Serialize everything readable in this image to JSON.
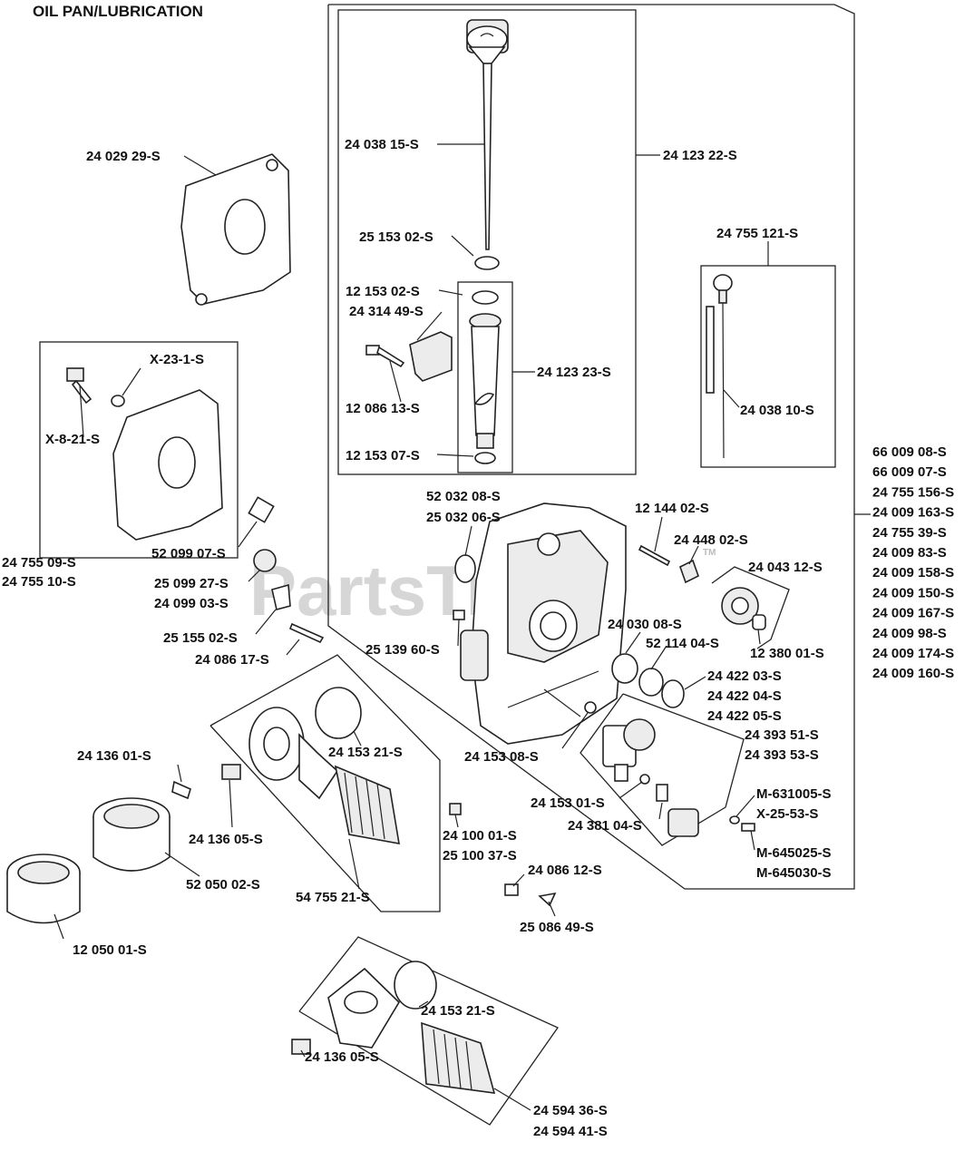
{
  "title": "OIL PAN/LUBRICATION",
  "watermark": "PartsTree",
  "watermark_tm": "TM",
  "labels": {
    "l_240292": "24 029 29-S",
    "l_x231": "X-23-1-S",
    "l_x821": "X-8-21-S",
    "l_2475509": "24 755 09-S",
    "l_2475510": "24 755 10-S",
    "l_5209907": "52 099 07-S",
    "l_2509927": "25 099 27-S",
    "l_2409903": "24 099 03-S",
    "l_2515502": "25 155 02-S",
    "l_2408617": "24 086 17-S",
    "l_2403815": "24 038 15-S",
    "l_2515302": "25 153 02-S",
    "l_1215302": "12 153 02-S",
    "l_2431449": "24 314 49-S",
    "l_1208613": "12 086 13-S",
    "l_1215307": "12 153 07-S",
    "l_2412322": "24 123 22-S",
    "l_2412323": "24 123 23-S",
    "l_24755121": "24 755 121-S",
    "l_2403810": "24 038 10-S",
    "l_5203208": "52 032 08-S",
    "l_2503206": "25 032 06-S",
    "l_1214402": "12 144 02-S",
    "l_2444802": "24 448 02-S",
    "l_2404312": "24 043 12-S",
    "l_2403008": "24 030 08-S",
    "l_5211404": "52 114 04-S",
    "l_1238001": "12 380 01-S",
    "l_2513960": "25 139 60-S",
    "l_2442203": "24 422 03-S",
    "l_2442204": "24 422 04-S",
    "l_2442205": "24 422 05-S",
    "l_2439351": "24 393 51-S",
    "l_2439353": "24 393 53-S",
    "l_2415308": "24 153 08-S",
    "l_2415301": "24 153 01-S",
    "l_2438104": "24 381 04-S",
    "l_m631005": "M-631005-S",
    "l_x2553": "X-25-53-S",
    "l_m645025": "M-645025-S",
    "l_m645030": "M-645030-S",
    "l_2413601": "24 136 01-S",
    "l_2415321a": "24 153 21-S",
    "l_2413605a": "24 136 05-S",
    "l_5205002": "52 050 02-S",
    "l_5475521": "54 755 21-S",
    "l_1205001": "12 050 01-S",
    "l_2410001": "24 100 01-S",
    "l_2510037": "25 100 37-S",
    "l_2408612": "24 086 12-S",
    "l_2508649": "25 086 49-S",
    "l_2415321b": "24 153 21-S",
    "l_2413605b": "24 136 05-S",
    "l_2459436": "24 594 36-S",
    "l_2459441": "24 594 41-S"
  },
  "kit_list": [
    "66 009 08-S",
    "66 009 07-S",
    "24 755 156-S",
    "24 009 163-S",
    "24 755 39-S",
    "24 009 83-S",
    "24 009 158-S",
    "24 009 150-S",
    "24 009 167-S",
    "24 009 98-S",
    "24 009 174-S",
    "24 009 160-S"
  ]
}
